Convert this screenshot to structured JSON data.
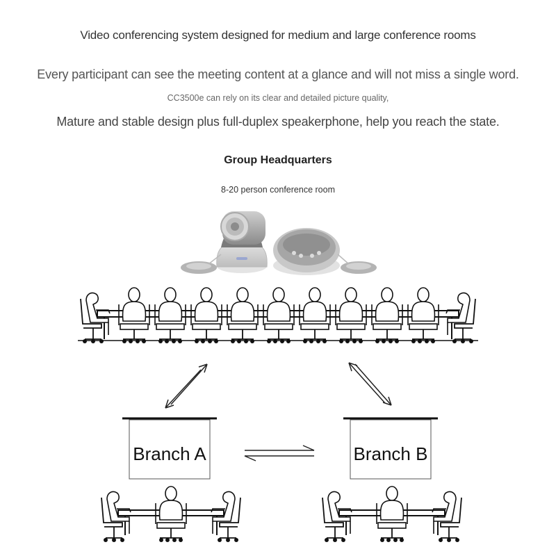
{
  "header": {
    "headline": "Video conferencing system designed for medium and large conference rooms",
    "line1": "Every participant can see the meeting content at a glance and will not miss a single word.",
    "line2": "CC3500e can rely on its clear and detailed picture quality,",
    "line3": "Mature and stable design plus full-duplex speakerphone, help you reach the state."
  },
  "headquarters": {
    "title": "Group Headquarters",
    "subtitle": "8-20 person conference room"
  },
  "branches": {
    "a": "Branch A",
    "b": "Branch B"
  },
  "icons": {
    "camera": "ptz-camera-icon",
    "speakerphone": "speakerphone-hub-icon",
    "mic": "expansion-mic-icon",
    "person": "seated-person-icon",
    "arrows": "bidirectional-arrows-icon"
  }
}
